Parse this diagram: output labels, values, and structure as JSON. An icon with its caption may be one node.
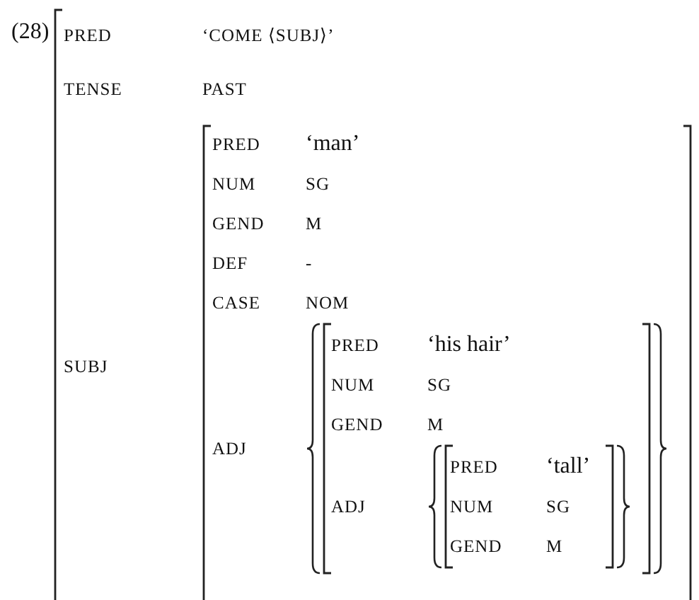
{
  "diagram": {
    "nodes": [
      {
        "text": [
          "PRED",
          "‘COME ⟨SUBJ⟩’",
          "TENSE",
          "PAST",
          "SUBJ"
        ]
      },
      {
        "text": [
          "PRED",
          "‘man’",
          "NUM",
          "SG",
          "GEND",
          "M",
          "DEF",
          "-",
          "CASE",
          "NOM",
          "ADJ"
        ],
        "in": 0
      },
      {
        "text": [
          "PRED",
          "‘his hair’",
          "NUM",
          "SG",
          "GEND",
          "M",
          "ADJ"
        ],
        "in": 1
      },
      {
        "text": [
          "PRED",
          "‘tall’",
          "NUM",
          "SG",
          "GEND",
          "M"
        ],
        "in": 2
      }
    ],
    "labels": [
      "(28)"
    ]
  }
}
